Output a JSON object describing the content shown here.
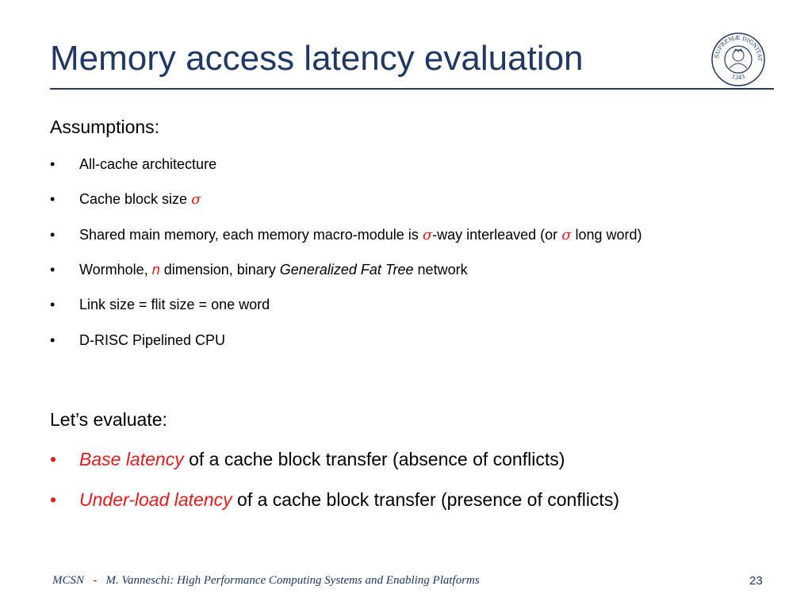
{
  "slide": {
    "title": "Memory access latency evaluation",
    "assumptions_heading": "Assumptions:",
    "bullet_char": "•",
    "assumptions": {
      "b1": "All-cache architecture",
      "b2_text": "Cache block size ",
      "sigma": "σ",
      "b3_pre": "Shared main memory, each memory macro-module is ",
      "b3_mid": "-way interleaved (or ",
      "b3_post": " long word)",
      "b4_pre": "Wormhole, ",
      "b4_n": "n",
      "b4_mid": " dimension, binary ",
      "b4_gft": "Generalized Fat Tree",
      "b4_post": " network",
      "b5": "Link size = flit size = one word",
      "b6": "D-RISC Pipelined CPU"
    },
    "evaluate_heading": "Let’s evaluate:",
    "evaluate": {
      "e1_em": "Base latency",
      "e1_rest": " of a cache block transfer (absence of conflicts)",
      "e2_em": "Under-load latency",
      "e2_rest": " of a cache block transfer (presence of conflicts)"
    },
    "logo": {
      "label": "IN SUPREMÆ DIGNITATIS",
      "year": "1343"
    },
    "footer": {
      "course": "MCSN",
      "separator": "   -   ",
      "citation": "M. Vanneschi: High Performance Computing Systems and Enabling Platforms",
      "page_number": "23"
    },
    "colors": {
      "title": "#1f3864",
      "accent_red": "#e31b1b"
    }
  }
}
